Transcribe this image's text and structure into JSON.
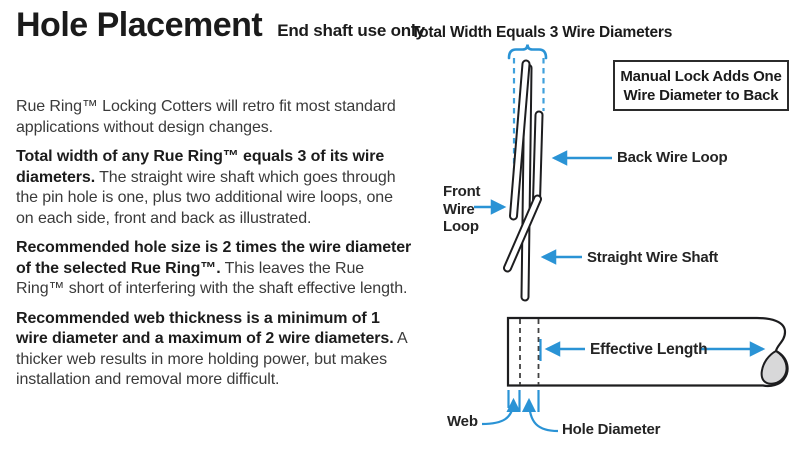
{
  "header": {
    "title": "Hole Placement",
    "subtitle": "End shaft use only"
  },
  "paragraphs": [
    {
      "bold": "",
      "regular": "Rue Ring™ Locking Cotters will retro fit most standard applications without design changes."
    },
    {
      "bold": "Total width of any Rue Ring™ equals 3 of its wire diameters.",
      "regular": " The straight wire shaft which goes through the pin hole is one, plus two additional wire loops, one on each side, front and back as illustrated."
    },
    {
      "bold": "Recommended hole size is 2 times the wire diameter of the selected Rue Ring™.",
      "regular": " This leaves the Rue Ring™ short of interfering with the shaft effective length."
    },
    {
      "bold": "Recommended web thickness is a minimum of 1 wire diameter and a maximum of 2 wire diameters.",
      "regular": " A thicker web results in more holding power, but makes installation and removal more difficult."
    }
  ],
  "diagram": {
    "heading": "Total Width Equals 3 Wire Diameters",
    "callout_box": {
      "line1": "Manual Lock Adds One",
      "line2": "Wire Diameter to Back"
    },
    "labels": {
      "back_wire_loop": "Back Wire Loop",
      "front_wire_loop_lines": [
        "Front",
        "Wire",
        "Loop"
      ],
      "straight_wire_shaft": "Straight Wire Shaft",
      "effective_length": "Effective Length",
      "web": "Web",
      "hole_diameter": "Hole Diameter"
    },
    "colors": {
      "accent_blue": "#2a93d5",
      "wire_outline": "#1d1d1f",
      "dash_gray": "#424242",
      "shaft_end_gray": "#d8d8d9",
      "text_dark": "#1b1b1b"
    }
  }
}
